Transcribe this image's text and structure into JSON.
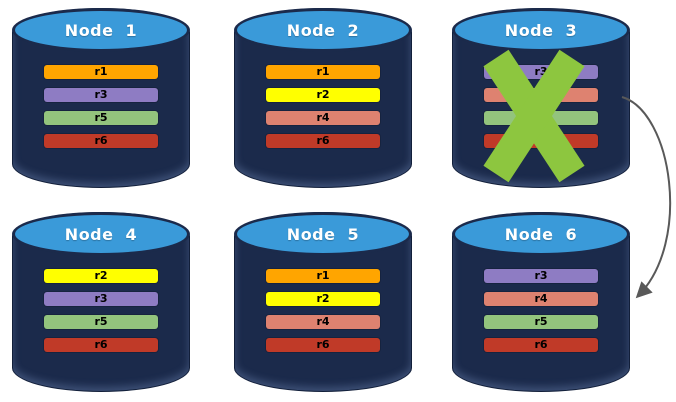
{
  "diagram": {
    "description": "Replica distribution across database nodes with a failed node and failover arrow",
    "palette": {
      "cylinder_body": "#1b2a4b",
      "cylinder_top": "#3a9ad9",
      "title_text": "#ffffff",
      "bar_text": "#000000",
      "failure_x": "#8dc63f",
      "arrow": "#595959",
      "replica_colors": {
        "r1": "#ffa500",
        "r2": "#ffff00",
        "r3": "#8e7cc3",
        "r4": "#de8270",
        "r5": "#93c47d",
        "r6": "#c03a28"
      }
    },
    "nodes": [
      {
        "id": "node-1",
        "label": "Node 1",
        "failed": false,
        "replicas": [
          {
            "name": "r1",
            "color": "#ffa500"
          },
          {
            "name": "r3",
            "color": "#8e7cc3"
          },
          {
            "name": "r5",
            "color": "#93c47d"
          },
          {
            "name": "r6",
            "color": "#c03a28"
          }
        ]
      },
      {
        "id": "node-2",
        "label": "Node 2",
        "failed": false,
        "replicas": [
          {
            "name": "r1",
            "color": "#ffa500"
          },
          {
            "name": "r2",
            "color": "#ffff00"
          },
          {
            "name": "r4",
            "color": "#de8270"
          },
          {
            "name": "r6",
            "color": "#c03a28"
          }
        ]
      },
      {
        "id": "node-3",
        "label": "Node 3",
        "failed": true,
        "replicas": [
          {
            "name": "r3",
            "color": "#8e7cc3"
          },
          {
            "name": "r4",
            "color": "#de8270"
          },
          {
            "name": "r5",
            "color": "#93c47d"
          },
          {
            "name": "r6",
            "color": "#c03a28"
          }
        ]
      },
      {
        "id": "node-4",
        "label": "Node 4",
        "failed": false,
        "replicas": [
          {
            "name": "r2",
            "color": "#ffff00"
          },
          {
            "name": "r3",
            "color": "#8e7cc3"
          },
          {
            "name": "r5",
            "color": "#93c47d"
          },
          {
            "name": "r6",
            "color": "#c03a28"
          }
        ]
      },
      {
        "id": "node-5",
        "label": "Node 5",
        "failed": false,
        "replicas": [
          {
            "name": "r1",
            "color": "#ffa500"
          },
          {
            "name": "r2",
            "color": "#ffff00"
          },
          {
            "name": "r4",
            "color": "#de8270"
          },
          {
            "name": "r6",
            "color": "#c03a28"
          }
        ]
      },
      {
        "id": "node-6",
        "label": "Node 6",
        "failed": false,
        "replicas": [
          {
            "name": "r3",
            "color": "#8e7cc3"
          },
          {
            "name": "r4",
            "color": "#de8270"
          },
          {
            "name": "r5",
            "color": "#93c47d"
          },
          {
            "name": "r6",
            "color": "#c03a28"
          }
        ]
      }
    ],
    "failover_arrow": {
      "from": "node-3",
      "to": "node-6"
    }
  }
}
